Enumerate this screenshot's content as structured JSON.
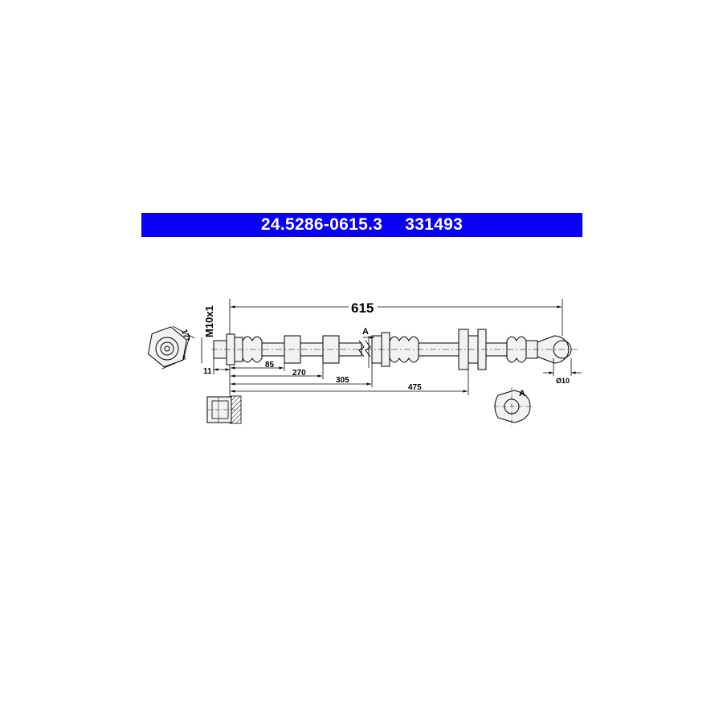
{
  "header": {
    "part_number": "24.5286-0615.3",
    "ref_number": "331493",
    "bg_color": "#0a00f5",
    "text_color": "#ffffff"
  },
  "dimensions": {
    "total_length": "615",
    "thread": "M10x1",
    "hex_size": "17",
    "end_length": "11",
    "d1": "85",
    "d2": "270",
    "d3": "305",
    "d4": "475",
    "eye_diameter": "Ø10",
    "section_label": "A",
    "detail_label": "A"
  }
}
